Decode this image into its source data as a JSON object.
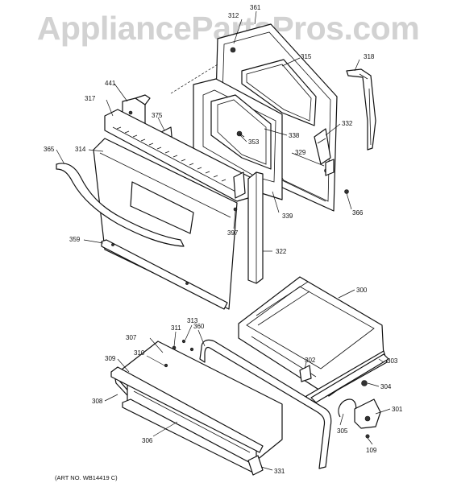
{
  "watermark": "AppliancePartsPros.com",
  "art_number": "(ART NO. WB14419 C)",
  "parts": [
    {
      "id": "361"
    },
    {
      "id": "312"
    },
    {
      "id": "315"
    },
    {
      "id": "318"
    },
    {
      "id": "441"
    },
    {
      "id": "317"
    },
    {
      "id": "375"
    },
    {
      "id": "332"
    },
    {
      "id": "338"
    },
    {
      "id": "353"
    },
    {
      "id": "329"
    },
    {
      "id": "365"
    },
    {
      "id": "314"
    },
    {
      "id": "339"
    },
    {
      "id": "366"
    },
    {
      "id": "397"
    },
    {
      "id": "359"
    },
    {
      "id": "322"
    },
    {
      "id": "300"
    },
    {
      "id": "311"
    },
    {
      "id": "313"
    },
    {
      "id": "360"
    },
    {
      "id": "307"
    },
    {
      "id": "310"
    },
    {
      "id": "309"
    },
    {
      "id": "302"
    },
    {
      "id": "303"
    },
    {
      "id": "304"
    },
    {
      "id": "308"
    },
    {
      "id": "305"
    },
    {
      "id": "301"
    },
    {
      "id": "306"
    },
    {
      "id": "109"
    },
    {
      "id": "331"
    }
  ]
}
